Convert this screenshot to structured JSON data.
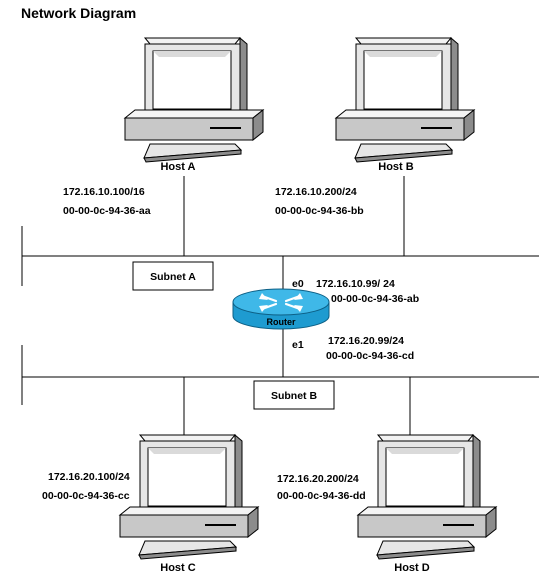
{
  "title": "Network Diagram",
  "hosts": {
    "a": {
      "name": "Host A",
      "ip": "172.16.10.100/16",
      "mac": "00-00-0c-94-36-aa"
    },
    "b": {
      "name": "Host B",
      "ip": "172.16.10.200/24",
      "mac": "00-00-0c-94-36-bb"
    },
    "c": {
      "name": "Host C",
      "ip": "172.16.20.100/24",
      "mac": "00-00-0c-94-36-cc"
    },
    "d": {
      "name": "Host D",
      "ip": "172.16.20.200/24",
      "mac": "00-00-0c-94-36-dd"
    }
  },
  "subnets": {
    "a": {
      "label": "Subnet A"
    },
    "b": {
      "label": "Subnet B"
    }
  },
  "router": {
    "label": "Router",
    "e0": {
      "name": "e0",
      "ip": "172.16.10.99/ 24",
      "mac": "00-00-0c-94-36-ab"
    },
    "e1": {
      "name": "e1",
      "ip": "172.16.20.99/24",
      "mac": "00-00-0c-94-36-cd"
    }
  },
  "colors": {
    "router_body": "#1E9BD0",
    "router_top": "#3FB8E8",
    "computer_light": "#E6E6E6",
    "computer_mid": "#C8C8C8",
    "computer_dark": "#8C8C8C",
    "line": "#000000"
  }
}
